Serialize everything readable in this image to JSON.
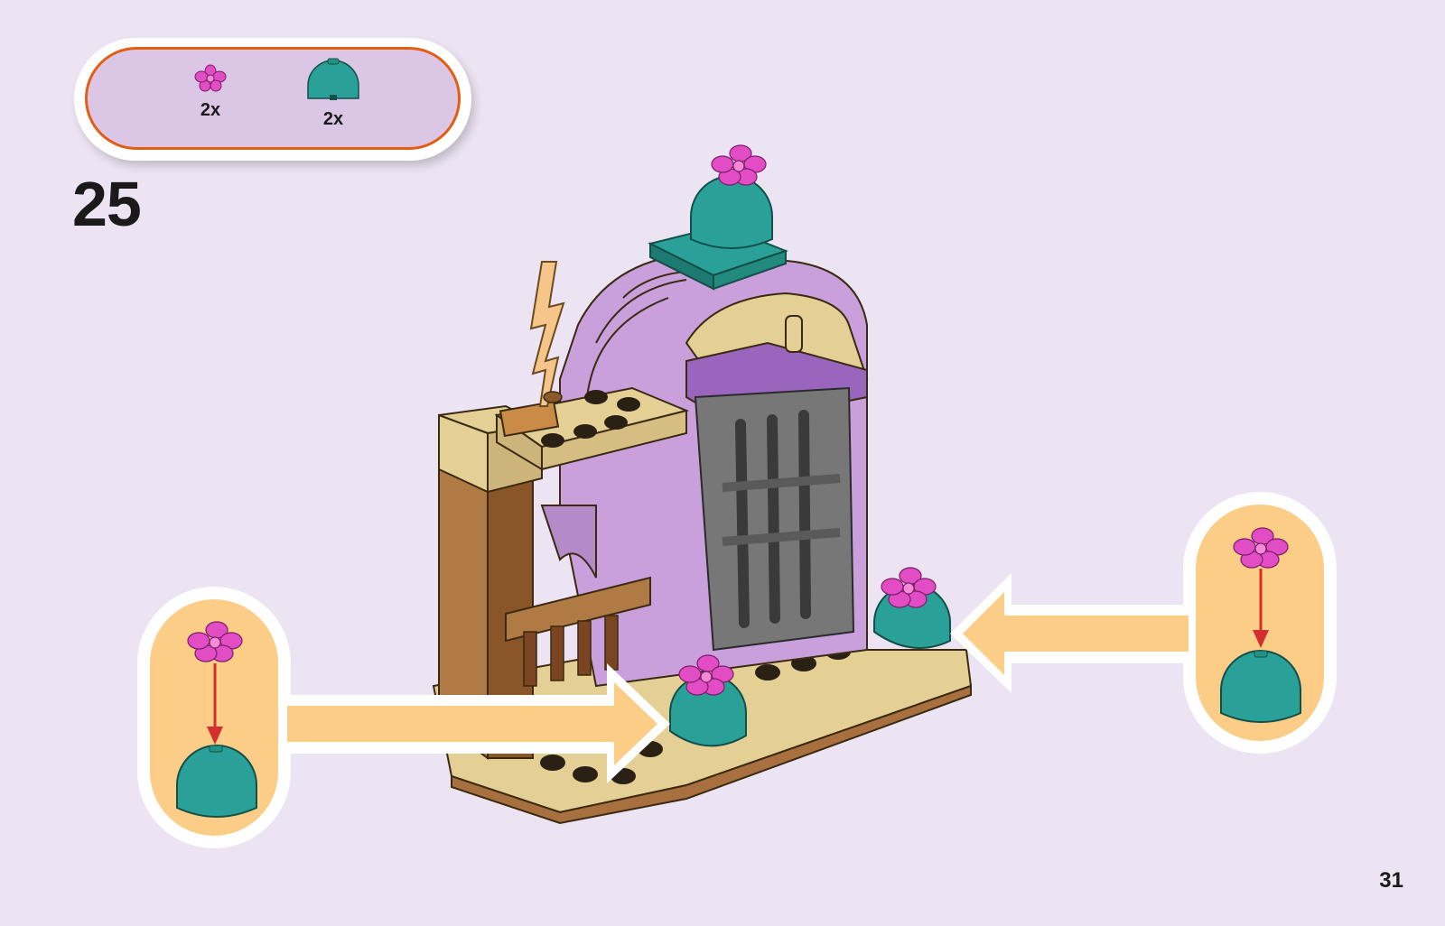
{
  "parts_list": {
    "items": [
      {
        "name": "pink-flower",
        "quantity": "2x",
        "color": "#e24cc4"
      },
      {
        "name": "teal-dome-brick",
        "quantity": "2x",
        "color": "#2aa198"
      }
    ],
    "border_color": "#e35d14",
    "fill_color": "#dcc6e6"
  },
  "step": {
    "number": "25"
  },
  "page": {
    "number": "31"
  },
  "callouts": [
    {
      "name": "left-assembly-callout",
      "icons": [
        "flower-icon",
        "down-arrow-icon",
        "teal-dome-icon"
      ]
    },
    {
      "name": "right-assembly-callout",
      "icons": [
        "flower-icon",
        "down-arrow-icon",
        "teal-dome-icon"
      ]
    }
  ],
  "colors": {
    "background": "#ece4f2",
    "callout_fill": "#fbcd86",
    "arrow_fill": "#fbcd86",
    "lavender": "#c9a0dc",
    "purple": "#9a66bd",
    "tan": "#e4cf95",
    "brown": "#a8703f",
    "grey": "#777777",
    "teal": "#2aa198",
    "pink": "#e24cc4"
  }
}
